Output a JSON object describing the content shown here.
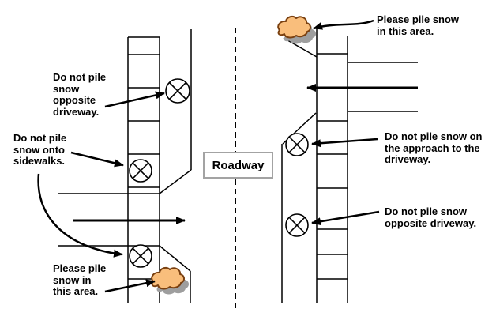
{
  "diagram": {
    "center_label": "Roadway",
    "annotations": [
      {
        "id": "left-opposite",
        "lines": [
          "Do not pile",
          "snow",
          "opposite",
          "driveway."
        ]
      },
      {
        "id": "left-sidewalks",
        "lines": [
          "Do not pile",
          "snow onto",
          "sidewalks."
        ]
      },
      {
        "id": "left-pile",
        "lines": [
          "Please pile",
          "snow in",
          "this area."
        ]
      },
      {
        "id": "right-pile",
        "lines": [
          "Please pile snow",
          "in this area."
        ]
      },
      {
        "id": "right-approach",
        "lines": [
          "Do not pile snow on",
          "the approach to the",
          "driveway."
        ]
      },
      {
        "id": "right-opposite",
        "lines": [
          "Do not pile snow",
          "opposite driveway."
        ]
      }
    ],
    "symbols": {
      "no_pile_marker": "crossed-circle",
      "snow_pile_marker": "snow-cloud"
    },
    "colors": {
      "line": "#000000",
      "text": "#000000",
      "snow_fill": "#f9be7c",
      "snow_outline": "#7a4010",
      "snow_shadow": "#9e9e9e",
      "box_border": "#a3a3a3",
      "background": "#ffffff"
    }
  }
}
